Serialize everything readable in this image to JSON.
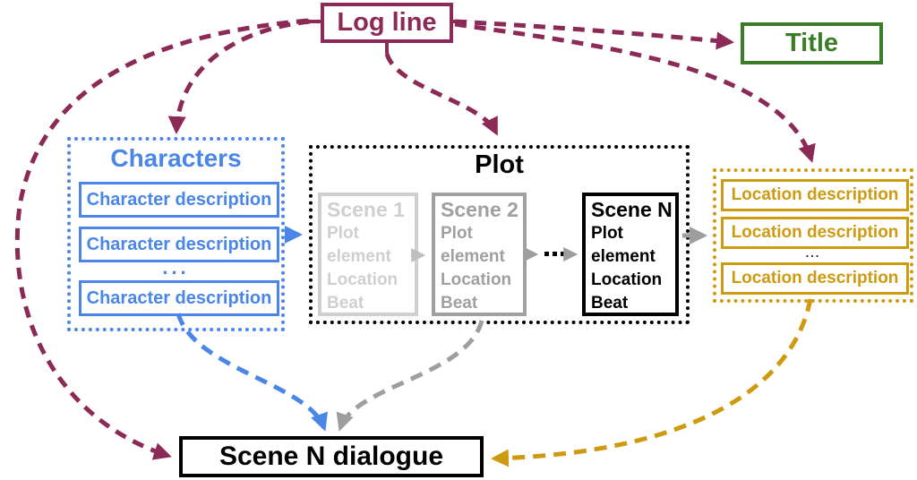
{
  "colors": {
    "maroon": "#8B2A56",
    "blue": "#4A86E8",
    "gold": "#CE9A10",
    "green": "#3A7D26",
    "gray": "#9E9E9E",
    "light_gray": "#BFBFBF",
    "black": "#000000"
  },
  "logline": {
    "label": "Log line"
  },
  "title_box": {
    "label": "Title"
  },
  "characters": {
    "heading": "Characters",
    "items": [
      "Character description",
      "Character description",
      "Character description"
    ],
    "ellipsis": "..."
  },
  "plot": {
    "heading": "Plot",
    "ellipsis": "...",
    "scenes": [
      {
        "name": "Scene 1",
        "attrs": [
          "Plot",
          "element",
          "Location",
          "Beat"
        ]
      },
      {
        "name": "Scene 2",
        "attrs": [
          "Plot",
          "element",
          "Location",
          "Beat"
        ]
      },
      {
        "name": "Scene N",
        "attrs": [
          "Plot",
          "element",
          "Location",
          "Beat"
        ]
      }
    ]
  },
  "locations": {
    "items": [
      "Location description",
      "Location description",
      "Location description"
    ],
    "ellipsis": "..."
  },
  "dialogue": {
    "label": "Scene N dialogue"
  },
  "edges": [
    {
      "from": "log-line",
      "to": "characters",
      "style": "dashed",
      "color": "maroon"
    },
    {
      "from": "log-line",
      "to": "plot",
      "style": "dashed",
      "color": "maroon"
    },
    {
      "from": "log-line",
      "to": "title",
      "style": "dashed",
      "color": "maroon"
    },
    {
      "from": "log-line",
      "to": "location-descriptions",
      "style": "dashed",
      "color": "maroon"
    },
    {
      "from": "log-line",
      "to": "scene-n-dialogue",
      "style": "dashed",
      "color": "maroon"
    },
    {
      "from": "characters",
      "to": "plot",
      "style": "solid",
      "color": "blue"
    },
    {
      "from": "scene-1",
      "to": "scene-2",
      "style": "solid",
      "color": "light_gray"
    },
    {
      "from": "scene-2",
      "to": "scene-n",
      "style": "dotted",
      "color": "gray"
    },
    {
      "from": "scene-n",
      "to": "location-descriptions",
      "style": "solid",
      "color": "gray"
    },
    {
      "from": "characters",
      "to": "scene-n-dialogue",
      "style": "dashed",
      "color": "blue"
    },
    {
      "from": "plot",
      "to": "scene-n-dialogue",
      "style": "dashed",
      "color": "gray"
    },
    {
      "from": "location-descriptions",
      "to": "scene-n-dialogue",
      "style": "dashed",
      "color": "gold"
    }
  ]
}
